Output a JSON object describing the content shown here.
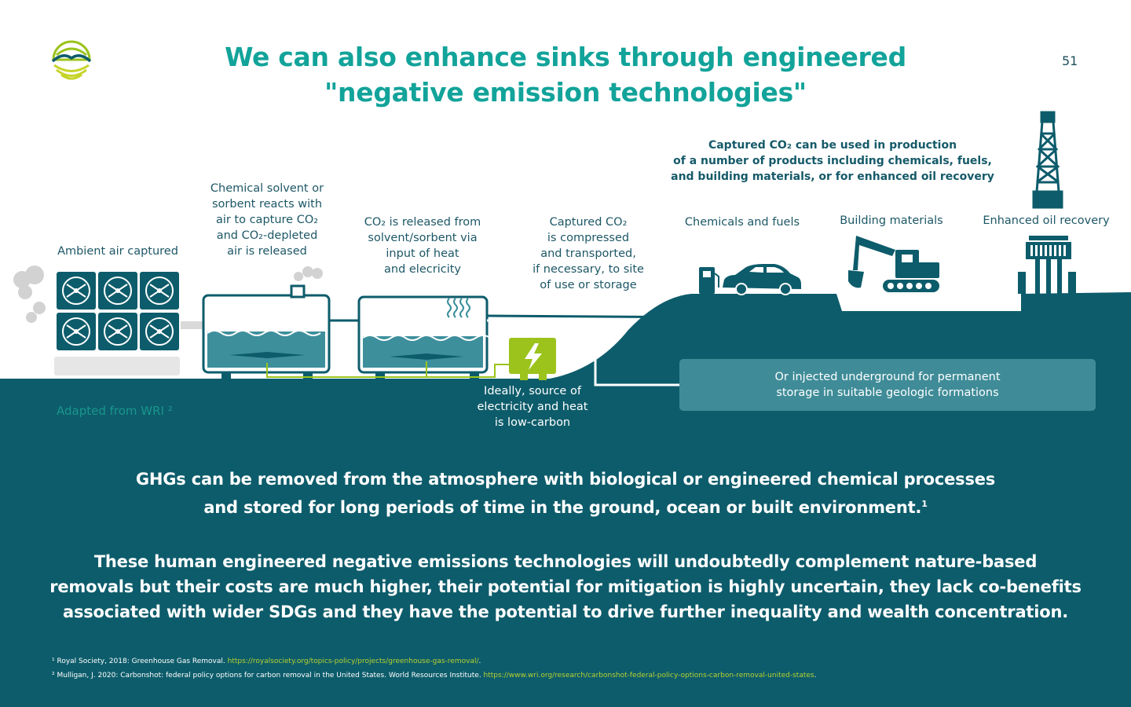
{
  "page": {
    "title_line1": "We can also enhance sinks through engineered",
    "title_line2": "\"negative emission technologies\"",
    "page_number": "51"
  },
  "diagram": {
    "ambient_air": "Ambient air captured",
    "solvent_1": "Chemical solvent or",
    "solvent_2": "sorbent reacts with",
    "solvent_3": "air to capture CO₂",
    "solvent_4": "and CO₂-depleted",
    "solvent_5": "air is released",
    "released_1": "CO₂ is released from",
    "released_2": "solvent/sorbent via",
    "released_3": "input of heat",
    "released_4": "and elecricity",
    "compressed_1": "Captured CO₂",
    "compressed_2": "is compressed",
    "compressed_3": "and transported,",
    "compressed_4": "if necessary, to site",
    "compressed_5": "of use or storage",
    "used_1": "Captured CO₂ can be used in production",
    "used_2": "of a number of products including chemicals, fuels,",
    "used_3": "and building materials, or for enhanced oil recovery",
    "chemicals_fuels": "Chemicals and fuels",
    "building_materials": "Building materials",
    "enhanced_oil": "Enhanced oil recovery",
    "ideally_1": "Ideally, source of",
    "ideally_2": "electricity and heat",
    "ideally_3": "is low-carbon",
    "injected_1": "Or injected underground for permanent",
    "injected_2": "storage in suitable geologic formations",
    "adapted": "Adapted from WRI ²"
  },
  "body": {
    "p1_line1": "GHGs can be removed from the atmosphere with biological or engineered chemical processes",
    "p1_line2": "and stored for long periods of time in the ground, ocean or built environment.",
    "p1_sup": "1",
    "p2_line1": "These human engineered negative emissions technologies will undoubtedly complement nature-based",
    "p2_line2": "removals but their costs are much higher, their potential for mitigation is highly uncertain, they lack co-benefits",
    "p2_line3": "associated with wider SDGs and they have the potential to drive further inequality and wealth concentration."
  },
  "footnotes": {
    "fn1_text": "¹ Royal Society, 2018: Greenhouse Gas Removal. ",
    "fn1_link": "https://royalsociety.org/topics-policy/projects/greenhouse-gas-removal/",
    "fn1_end": ".",
    "fn2_text": "² Mulligan, J. 2020: Carbonshot: federal policy options for carbon removal in the United States. World Resources Institute. ",
    "fn2_link": "https://www.wri.org/research/carbonshot-federal-policy-options-carbon-removal-united-states",
    "fn2_end": "."
  },
  "colors": {
    "teal_dark": "#0d5c6b",
    "teal_title": "#12a39a",
    "lime": "#9bc31c",
    "water": "#3d8f9c"
  }
}
